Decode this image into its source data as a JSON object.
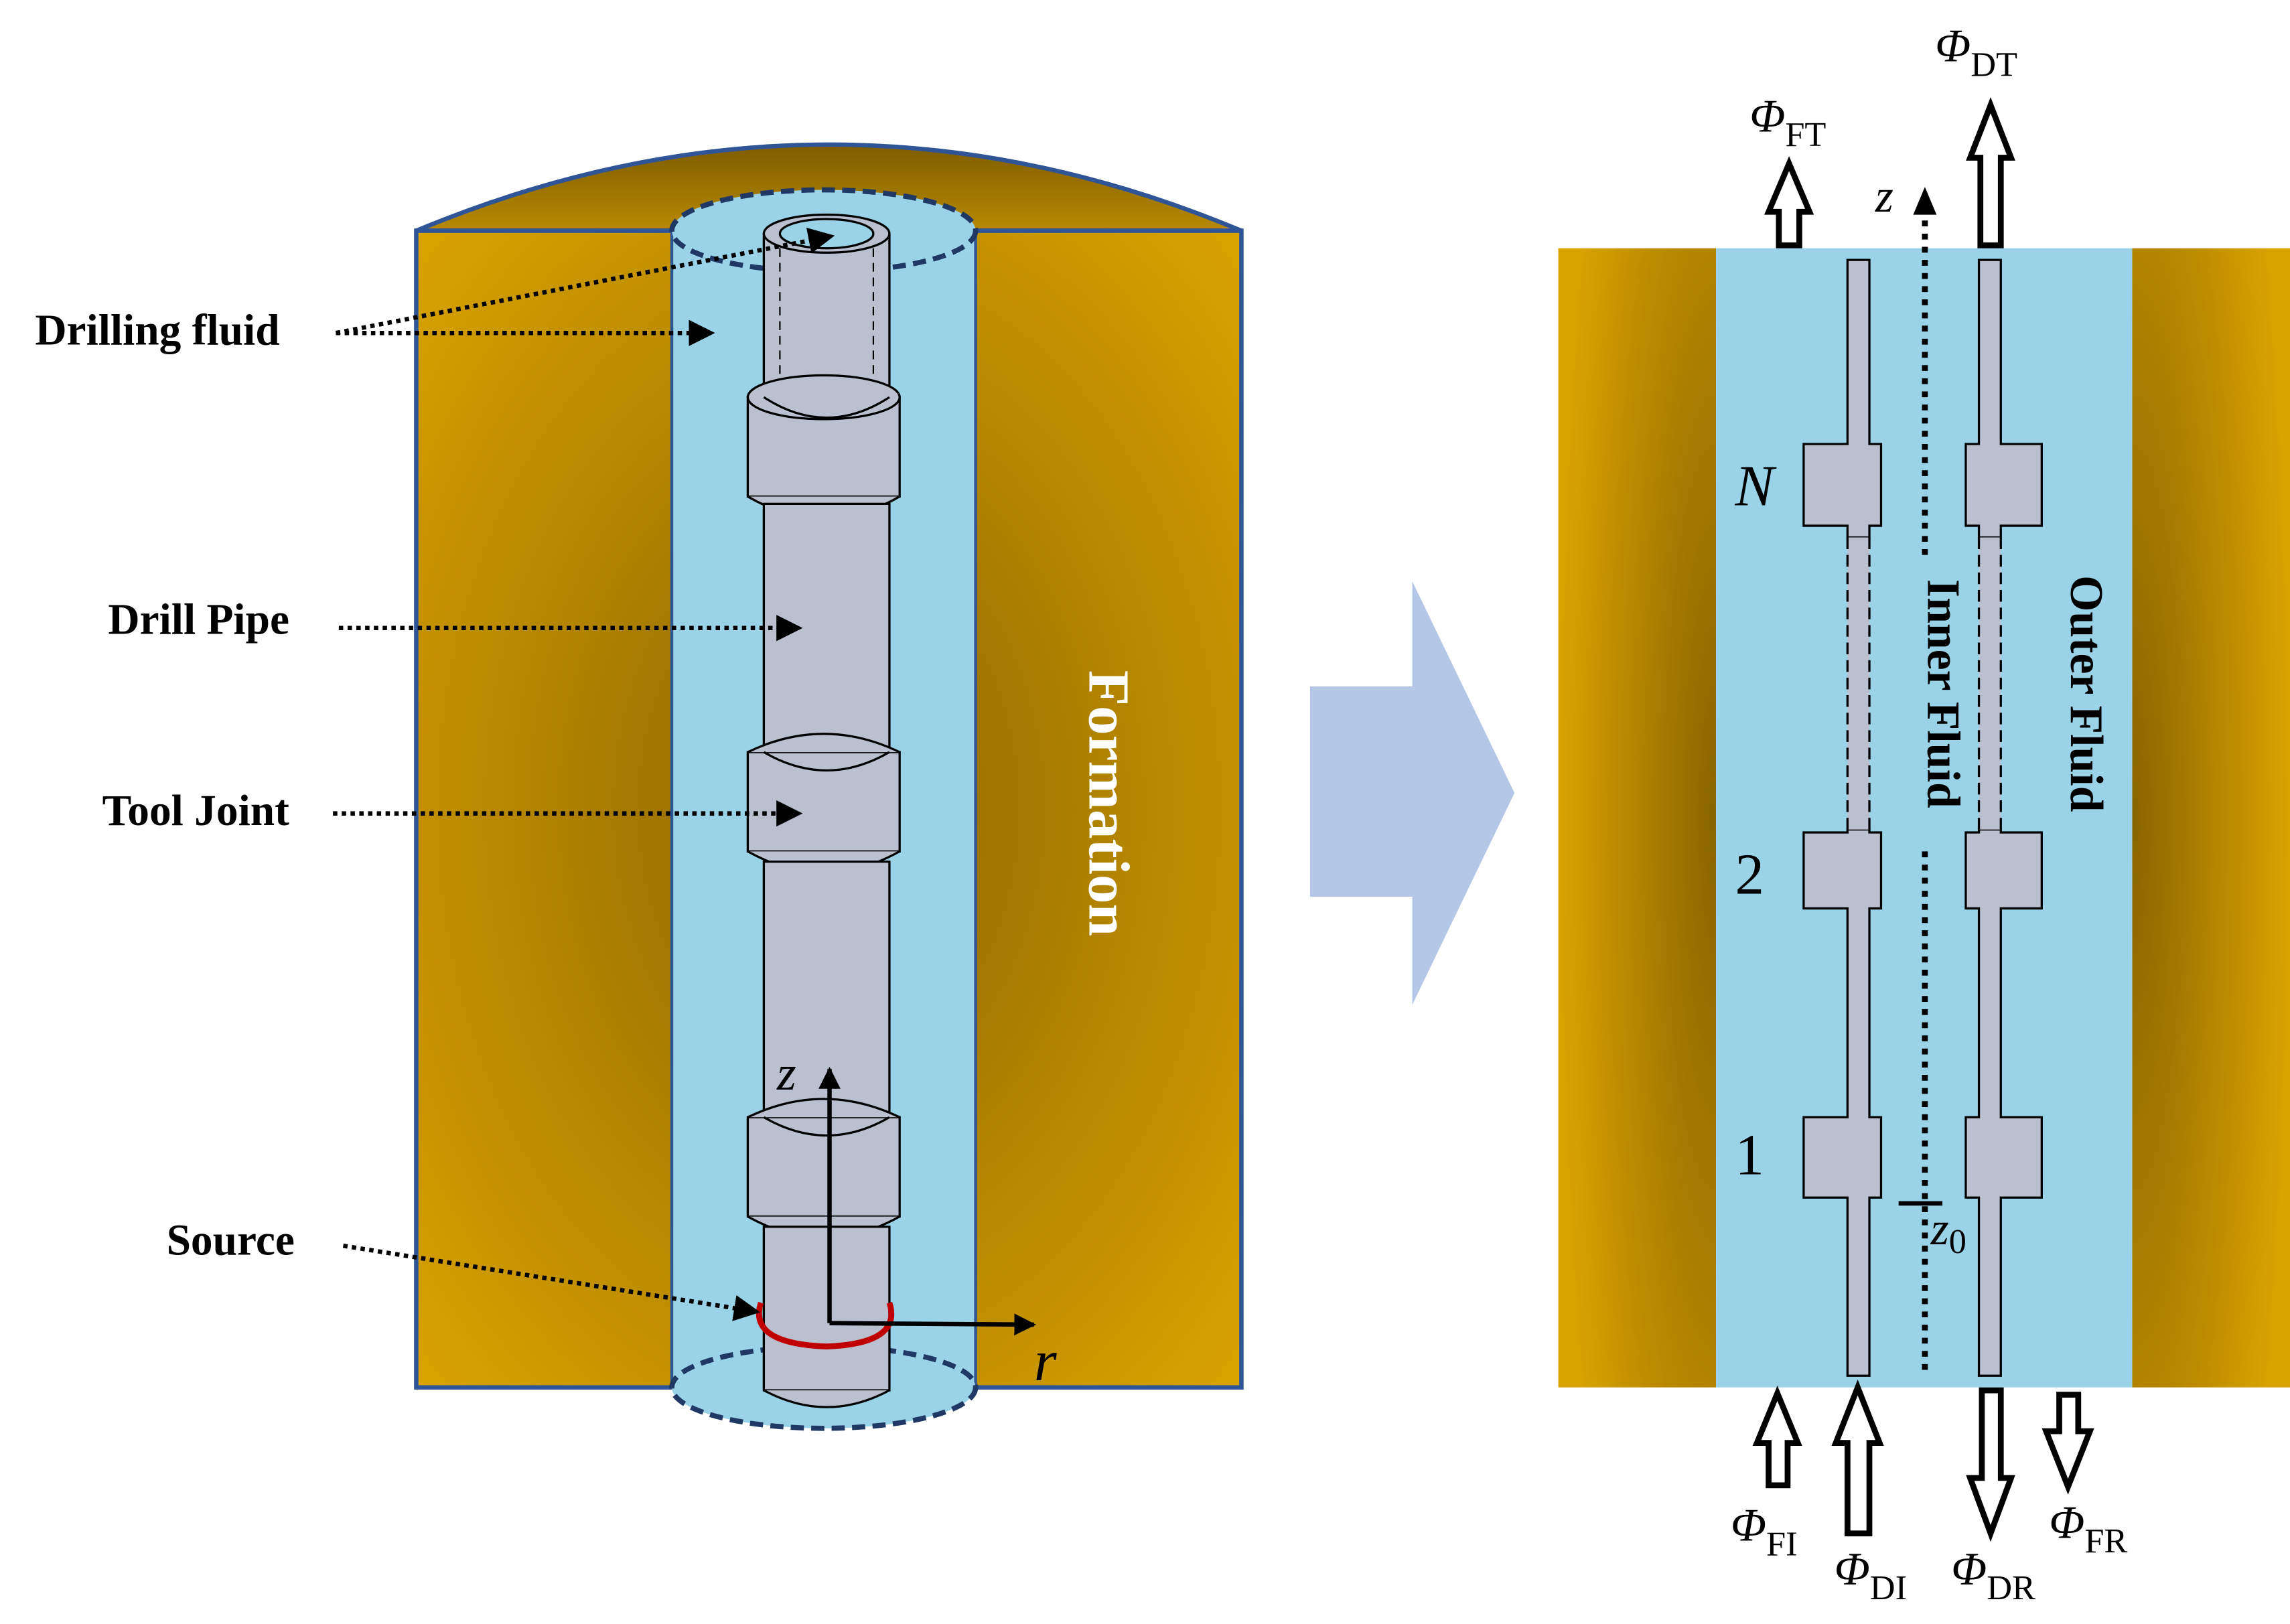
{
  "colors": {
    "formation_light": "#D9A300",
    "formation_dark": "#8A6400",
    "fluid": "#9AD3E7",
    "pipe": "#BAC0D0",
    "outline_blue": "#2F5597",
    "dashed_blue": "#1F3864",
    "transition_arrow": "#B4C7E7",
    "source_ring": "#C00000",
    "black": "#000000"
  },
  "left_panel": {
    "labels": {
      "drilling_fluid": "Drilling fluid",
      "drill_pipe": "Drill Pipe",
      "tool_joint": "Tool Joint",
      "source": "Source",
      "formation": "Formation"
    },
    "axes": {
      "z": "z",
      "r": "r"
    }
  },
  "right_panel": {
    "axis_z": "z",
    "z0": {
      "base": "z",
      "sub": "0"
    },
    "joint_labels": [
      "N",
      "2",
      "1"
    ],
    "inner_fluid": "Inner Fluid",
    "outer_fluid": "Outer Fluid",
    "fluxes": {
      "FT": {
        "sym": "Φ",
        "sub": "FT",
        "direction": "up"
      },
      "DT": {
        "sym": "Φ",
        "sub": "DT",
        "direction": "up"
      },
      "FI": {
        "sym": "Φ",
        "sub": "FI",
        "direction": "up"
      },
      "DI": {
        "sym": "Φ",
        "sub": "DI",
        "direction": "up"
      },
      "DR": {
        "sym": "Φ",
        "sub": "DR",
        "direction": "down"
      },
      "FR": {
        "sym": "Φ",
        "sub": "FR",
        "direction": "down"
      }
    }
  }
}
